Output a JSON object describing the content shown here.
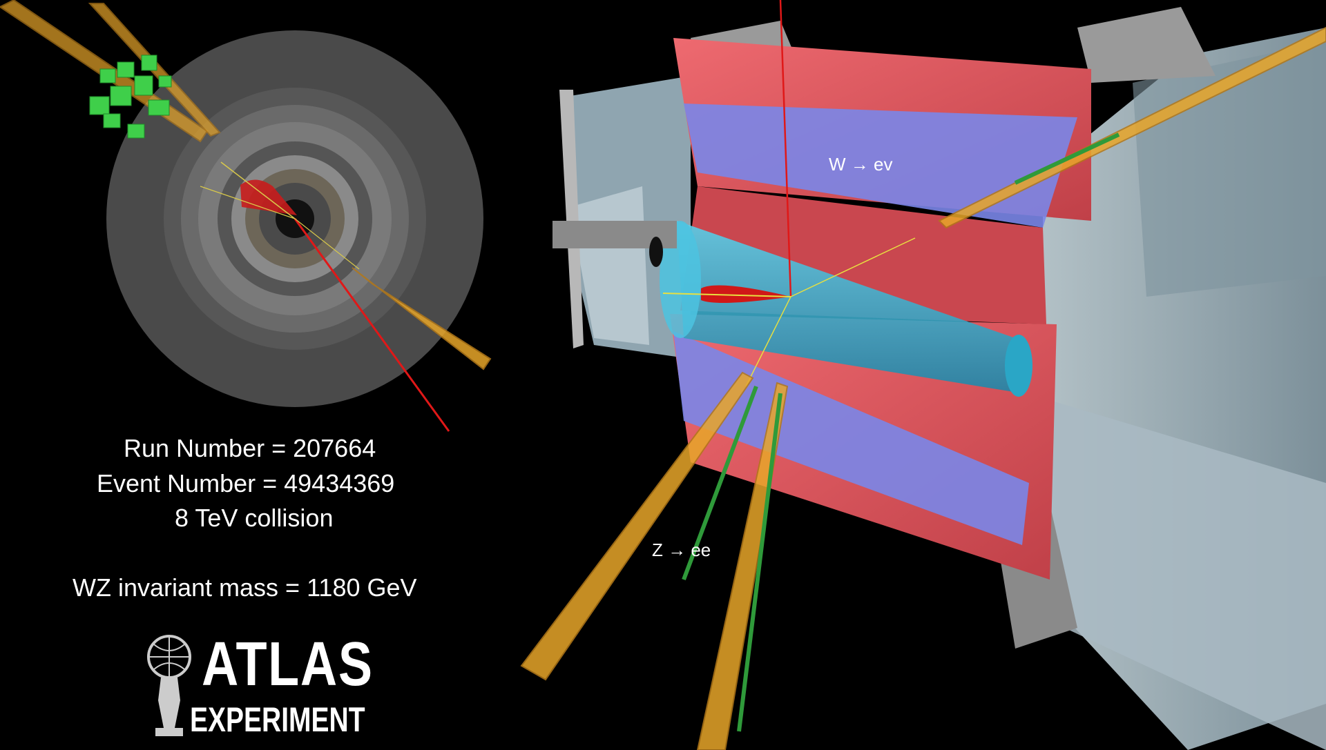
{
  "event_info": {
    "run_number": "Run Number = 207664",
    "event_number": "Event Number = 49434369",
    "collision": "8 TeV collision",
    "invariant_mass": "WZ invariant mass = 1180 GeV"
  },
  "labels": {
    "w_decay": "W → ev",
    "z_decay": "Z → ee"
  },
  "logo": {
    "name": "ATLAS",
    "subtitle": "EXPERIMENT",
    "icon": "atlas-figure-icon"
  },
  "colors": {
    "background": "#000000",
    "calorimeter_red": "#e0555c",
    "calorimeter_blue": "#7a86e8",
    "inner_detector_cyan": "#3fb7d8",
    "structure_gray": "#9a9a9a",
    "endcap_light": "#9db0bb",
    "electron_track": "#e8a62a",
    "missing_et": "#e02020",
    "jet_green": "#3fcf4a"
  }
}
